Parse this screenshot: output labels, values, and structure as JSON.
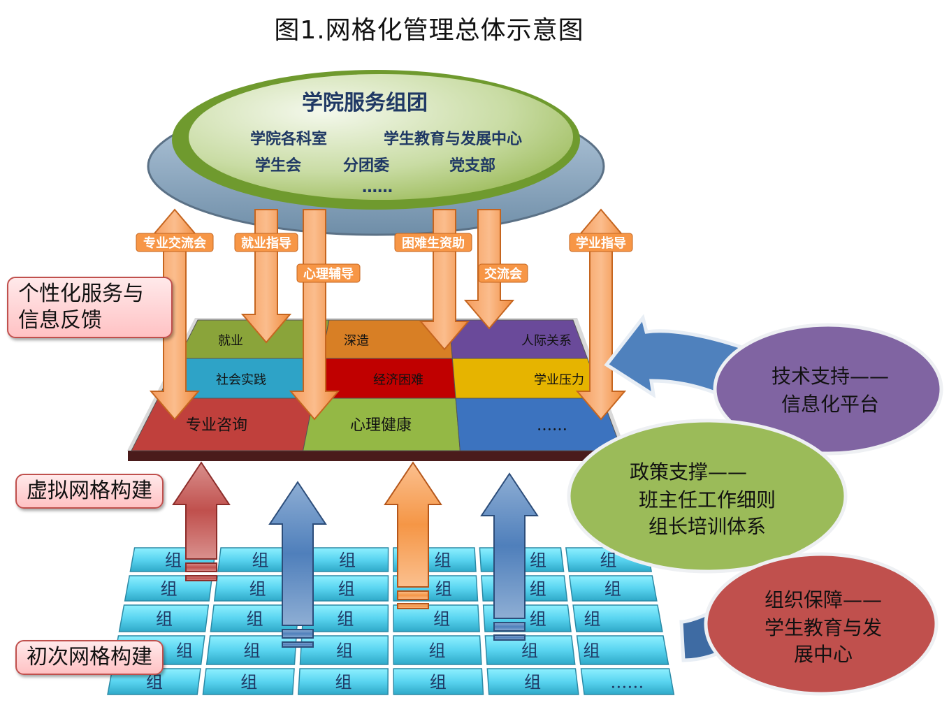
{
  "title": "图1.网格化管理总体示意图",
  "service_group": {
    "heading": "学院服务组团",
    "row1": [
      "学院各科室",
      "学生教育与发展中心"
    ],
    "row2": [
      "学生会",
      "分团委",
      "党支部"
    ],
    "ellipsis": "……"
  },
  "left_labels": {
    "feedback": "个性化服务与信息反馈",
    "feedback_line1": "个性化服务与",
    "feedback_line2": "信息反馈",
    "virtual": "虚拟网格构建",
    "initial": "初次网格构建"
  },
  "virtual_grid": {
    "rows": [
      [
        {
          "label": "就业",
          "color": "#8aa43a"
        },
        {
          "label": "深造",
          "color": "#d87f25"
        },
        {
          "label": "人际关系",
          "color": "#6a4a9a"
        }
      ],
      [
        {
          "label": "社会实践",
          "color": "#2ea3c7"
        },
        {
          "label": "经济困难",
          "color": "#c00000"
        },
        {
          "label": "学业压力",
          "color": "#e6b400"
        }
      ],
      [
        {
          "label": "专业咨询",
          "color": "#c0403c"
        },
        {
          "label": "心理健康",
          "color": "#94b845"
        },
        {
          "label": "……",
          "color": "#3c73bf"
        }
      ]
    ]
  },
  "service_arrows": [
    {
      "label": "专业交流会",
      "direction": "both"
    },
    {
      "label": "就业指导",
      "direction": "down"
    },
    {
      "label": "心理辅导",
      "direction": "down"
    },
    {
      "label": "困难生资助",
      "direction": "down"
    },
    {
      "label": "交流会",
      "direction": "down"
    },
    {
      "label": "学业指导",
      "direction": "both"
    }
  ],
  "group_grid": {
    "cell_label": "组",
    "last_label": "……",
    "rows": 5,
    "cols": 6
  },
  "support_ellipses": [
    {
      "line1": "技术支持——",
      "line2": "信息化平台",
      "line3": "",
      "color": "#8064a2"
    },
    {
      "line1": "政策支撑——",
      "line2": "班主任工作细则",
      "line3": "组长培训体系",
      "color": "#9bbb59"
    },
    {
      "line1": "组织保障——",
      "line2": "学生教育与发",
      "line3": "展中心",
      "color": "#c0504d"
    }
  ],
  "colors": {
    "arrow_orange": "#f79646",
    "arrow_blue": "#4f81bd",
    "arrow_red": "#c0504d",
    "cell_cyan": "#5fd8f2",
    "text_navy": "#1f3864"
  }
}
